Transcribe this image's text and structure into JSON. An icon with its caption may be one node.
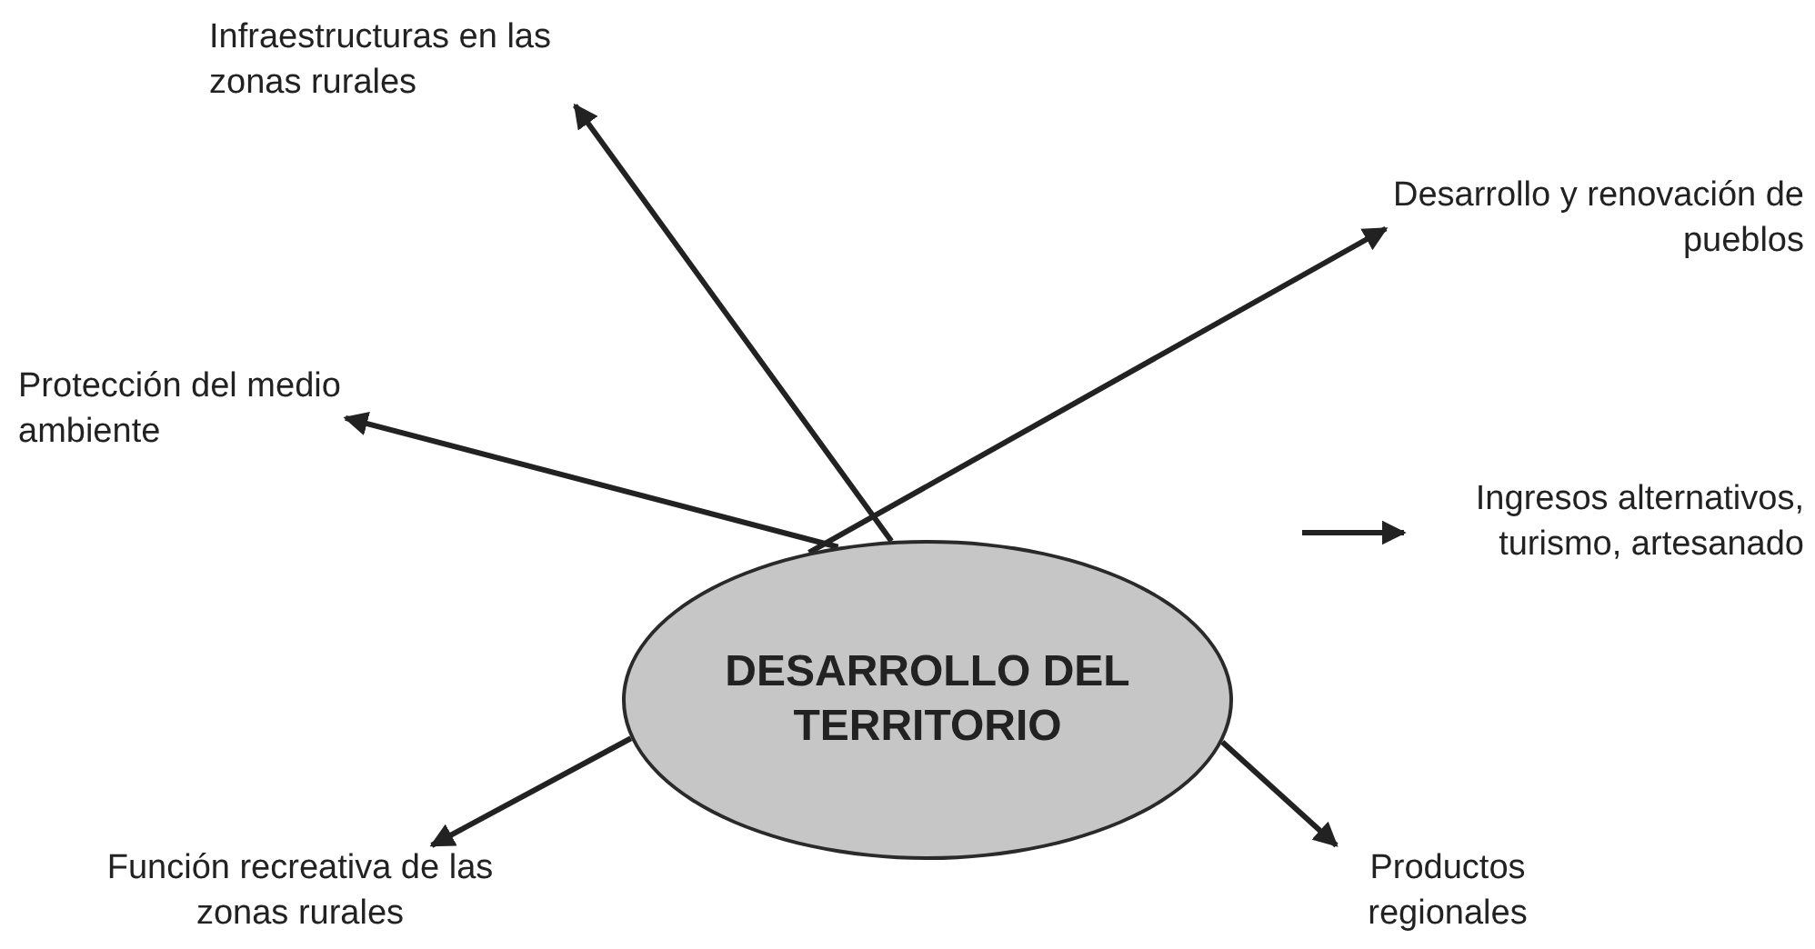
{
  "diagram": {
    "nodes": [
      {
        "text": [
          "DESARROLLO DEL TERRITORIO"
        ]
      },
      {
        "text": [
          "Infraestructuras en las zonas rurales"
        ]
      },
      {
        "text": [
          "Desarrollo y renovación de pueblos"
        ]
      },
      {
        "text": [
          "Protección del medio ambiente"
        ]
      },
      {
        "text": [
          "Ingresos alternativos, turismo, artesanado"
        ]
      },
      {
        "text": [
          "Función recreativa de las zonas rurales"
        ]
      },
      {
        "text": [
          "Productos regionales"
        ]
      }
    ],
    "edges": [
      {
        "from": 0,
        "to": 1,
        "arrow": "to"
      },
      {
        "from": 0,
        "to": 2,
        "arrow": "to"
      },
      {
        "from": 0,
        "to": 3,
        "arrow": "to"
      },
      {
        "from": 0,
        "to": 4,
        "arrow": "to"
      },
      {
        "from": 0,
        "to": 5,
        "arrow": "to"
      },
      {
        "from": 0,
        "to": 6,
        "arrow": "to"
      }
    ]
  }
}
